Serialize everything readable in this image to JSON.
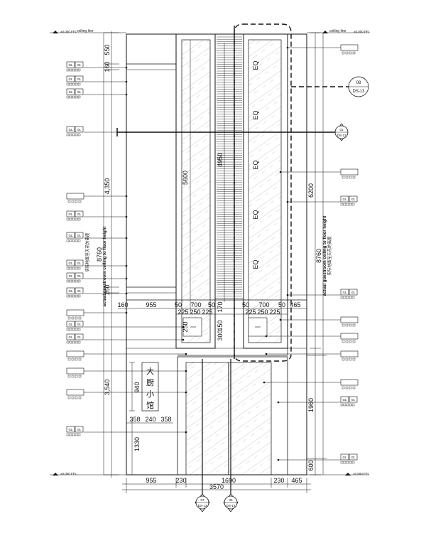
{
  "levels": {
    "ceiling_code": "±0.000 FFL",
    "ceiling_label": "ceiling line",
    "floor_code": "±0.000 FFL"
  },
  "left_vertical_dims": [
    "550",
    "160",
    "4,350",
    "160",
    "3,540",
    "940",
    "1330"
  ],
  "left_height_total": "8760",
  "left_height_en": "actual guestroom ceiling to floor height",
  "left_height_cn": "实际地面至天花的高度",
  "right_height_total": "8760",
  "right_height_en": "actual guestroom ceiling to floor height",
  "right_height_cn": "实际地面至天花的高度",
  "right_vertical_dims": [
    "6200",
    "1960",
    "600"
  ],
  "inner_vertical_dims": [
    "5600",
    "4950",
    "250",
    "170",
    "300",
    "150"
  ],
  "eq_label": "EQ",
  "upper_horizontal_dims": [
    "160",
    "955",
    "50",
    "700",
    "50",
    "50",
    "700",
    "50",
    "465"
  ],
  "panel_sub_dims_left": [
    "225",
    "250",
    "225"
  ],
  "panel_sub_dims_right": [
    "225",
    "250",
    "225"
  ],
  "sign_dims": [
    "358",
    "240",
    "358"
  ],
  "bottom_dims": [
    "955",
    "230",
    "1690",
    "230",
    "465"
  ],
  "overall_width": "3570",
  "sign_text": [
    "大",
    "厨",
    "小",
    "馆"
  ],
  "section_callouts": [
    {
      "number": "08",
      "sheet": "DS-13"
    },
    {
      "number": "01",
      "sheet": "DS-13"
    },
    {
      "number": "07",
      "sheet": "DS-13"
    },
    {
      "number": "06",
      "sheet": "DS-13"
    }
  ],
  "material_tag_code_a": "GL",
  "material_tag_code_b": "01"
}
